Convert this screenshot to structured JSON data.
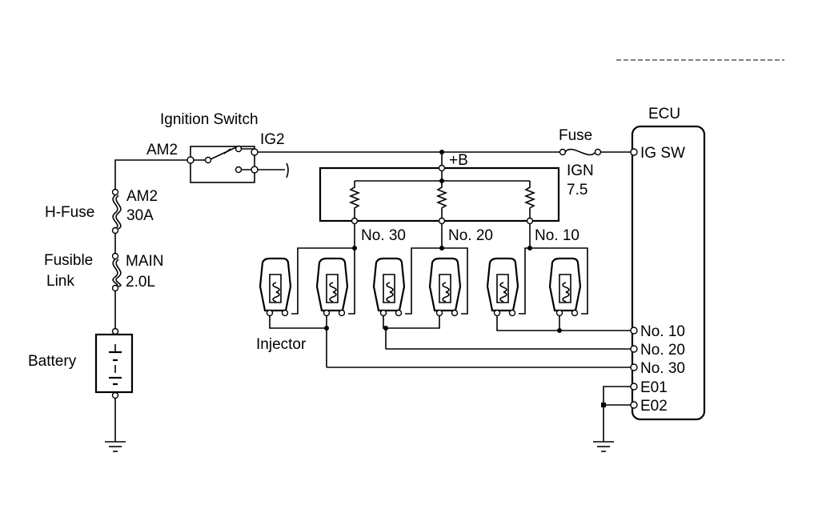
{
  "labels": {
    "ignition_switch": "Ignition Switch",
    "am2": "AM2",
    "ig2": "IG2",
    "fuse": "Fuse",
    "ign": "IGN",
    "ign_rating": "7.5",
    "plus_b": "+B",
    "h_fuse": "H-Fuse",
    "h_fuse_name": "AM2",
    "h_fuse_rating": "30A",
    "fusible": "Fusible",
    "link": "Link",
    "fusible_name": "MAIN",
    "fusible_rating": "2.0L",
    "battery": "Battery",
    "injector": "Injector",
    "resistor_labels": [
      "No. 30",
      "No. 20",
      "No. 10"
    ]
  },
  "ecu": {
    "title": "ECU",
    "pins": [
      "IG SW",
      "No. 10",
      "No. 20",
      "No. 30",
      "E01",
      "E02"
    ]
  }
}
